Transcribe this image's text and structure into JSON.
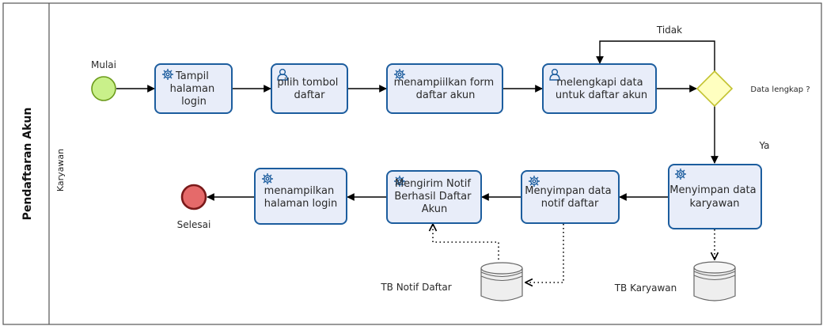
{
  "pool": {
    "label": "Pendaftaran Akun"
  },
  "lane": {
    "label": "Karyawan"
  },
  "events": {
    "start": {
      "label": "Mulai",
      "color": "#c9f08a"
    },
    "end": {
      "label": "Selesai",
      "color": "#e56a6a"
    }
  },
  "tasks": [
    {
      "id": "t1",
      "type": "service",
      "lines": [
        "Tampil",
        "halaman",
        "login"
      ]
    },
    {
      "id": "t2",
      "type": "user",
      "lines": [
        "pilih tombol",
        "daftar"
      ]
    },
    {
      "id": "t3",
      "type": "service",
      "lines": [
        "menampiilkan form",
        "daftar akun"
      ]
    },
    {
      "id": "t4",
      "type": "user",
      "lines": [
        "melengkapi data",
        "untuk daftar akun"
      ]
    },
    {
      "id": "t5",
      "type": "service",
      "lines": [
        "Menyimpan data",
        "karyawan"
      ]
    },
    {
      "id": "t6",
      "type": "service",
      "lines": [
        "Menyimpan data",
        "notif daftar"
      ]
    },
    {
      "id": "t7",
      "type": "service",
      "lines": [
        "Mengirim Notif",
        "Berhasil  Daftar",
        "Akun"
      ]
    },
    {
      "id": "t8",
      "type": "service",
      "lines": [
        "menampilkan",
        "halaman login"
      ]
    }
  ],
  "gateway": {
    "label": "Data lengkap ?",
    "color": "#ffffc0"
  },
  "flow_labels": {
    "no": "Tidak",
    "yes": "Ya"
  },
  "datastores": [
    {
      "id": "db1",
      "label": "TB Notif Daftar"
    },
    {
      "id": "db2",
      "label": "TB Karyawan"
    }
  ],
  "colors": {
    "task_fill": "#e8edf9",
    "task_border": "#1c5d9e"
  }
}
